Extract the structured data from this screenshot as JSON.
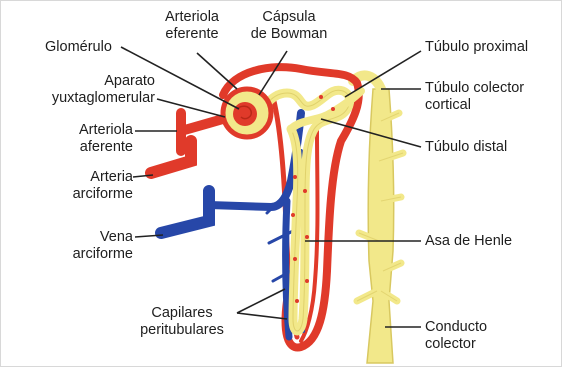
{
  "diagram": {
    "labels": {
      "glomerulo": "Glomérulo",
      "arteriola_eferente_1": "Arteriola",
      "arteriola_eferente_2": "eferente",
      "capsula_1": "Cápsula",
      "capsula_2": "de Bowman",
      "aparato_1": "Aparato",
      "aparato_2": "yuxtaglomerular",
      "arteriola_aferente_1": "Arteriola",
      "arteriola_aferente_2": "aferente",
      "arteria_1": "Arteria",
      "arteria_2": "arciforme",
      "vena_1": "Vena",
      "vena_2": "arciforme",
      "capilares_1": "Capilares",
      "capilares_2": "peritubulares",
      "tubulo_proximal": "Túbulo proximal",
      "tubulo_colector_1": "Túbulo colector",
      "tubulo_colector_2": "cortical",
      "tubulo_distal": "Túbulo distal",
      "asa_henle": "Asa de Henle",
      "conducto_1": "Conducto",
      "conducto_2": "colector"
    },
    "colors": {
      "artery": "#e03a2a",
      "vein": "#2747a8",
      "tubule": "#f2e88a",
      "tubule_edge": "#d8c860",
      "leader_line": "#222222"
    }
  }
}
